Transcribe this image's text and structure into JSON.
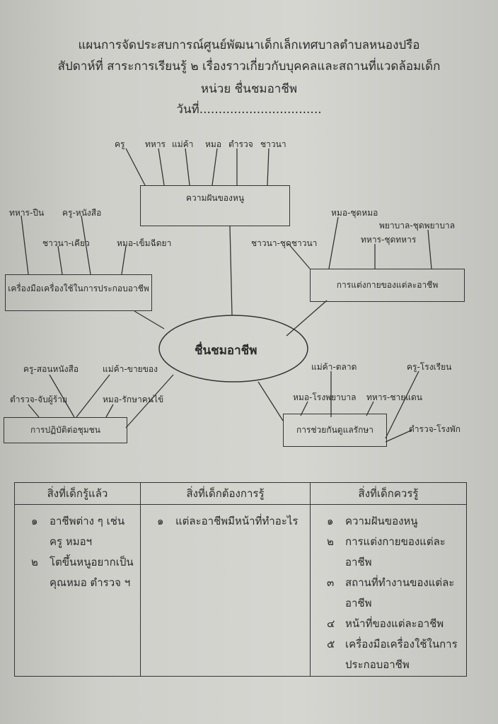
{
  "header": {
    "line1": "แผนการจัดประสบการณ์ศูนย์พัฒนาเด็กเล็กเทศบาลตำบลหนองปรือ",
    "line2": "สัปดาห์ที่      สาระการเรียนรู้ ๒  เรื่องราวเกี่ยวกับบุคคลและสถานที่แวดล้อมเด็ก",
    "line3": "หน่วย  ชื่นชมอาชีพ",
    "line4": "วันที่................................"
  },
  "mindmap": {
    "center": "ชื่นชมอาชีพ",
    "dream": {
      "title": "ความฝันของหนู",
      "items": [
        "ครู",
        "ทหาร",
        "แม่ค้า",
        "หมอ",
        "ตำรวจ",
        "ชาวนา"
      ]
    },
    "tools": {
      "title": "เครื่องมือเครื่องใช้ในการประกอบอาชีพ",
      "items": [
        "ทหาร-ปืน",
        "ครู-หนังสือ",
        "ชาวนา-เคียว",
        "หมอ-เข็มฉีดยา"
      ]
    },
    "dress": {
      "title": "การแต่งกายของแต่ละอาชีพ",
      "items": [
        "หมอ-ชุดหมอ",
        "พยาบาล-ชุดพยาบาล",
        "ทหาร-ชุดทหาร",
        "ชาวนา-ชุดชาวนา"
      ]
    },
    "community": {
      "title": "การปฏิบัติต่อชุมชน",
      "items": [
        "ครู-สอนหนังสือ",
        "แม่ค้า-ขายของ",
        "ตำรวจ-จับผู้ร้าย",
        "หมอ-รักษาคนไข้"
      ]
    },
    "care": {
      "title": "การช่วยกันดูแลรักษา",
      "items": [
        "แม่ค้า-ตลาด",
        "ครู-โรงเรียน",
        "หมอ-โรงพยาบาล",
        "ทหาร-ชายแดน",
        "ตำรวจ-โรงพัก"
      ]
    }
  },
  "table": {
    "headers": [
      "สิ่งที่เด็กรู้แล้ว",
      "สิ่งที่เด็กต้องการรู้",
      "สิ่งที่เด็กควรรู้"
    ],
    "known": [
      {
        "n": "๑",
        "t": "อาชีพต่าง ๆ เช่น ครู  หมอฯ"
      },
      {
        "n": "๒",
        "t": "โตขึ้นหนูอยากเป็นคุณหมอ ตำรวจ ฯ"
      }
    ],
    "want": [
      {
        "n": "๑",
        "t": "แต่ละอาชีพมีหน้าที่ทำอะไร"
      }
    ],
    "should": [
      {
        "n": "๑",
        "t": "ความฝันของหนู"
      },
      {
        "n": "๒",
        "t": "การแต่งกายของแต่ละอาชีพ"
      },
      {
        "n": "๓",
        "t": "สถานที่ทำงานของแต่ละอาชีพ"
      },
      {
        "n": "๔",
        "t": "หน้าที่ของแต่ละอาชีพ"
      },
      {
        "n": "๕",
        "t": "เครื่องมือเครื่องใช้ในการประกอบอาชีพ"
      }
    ]
  }
}
